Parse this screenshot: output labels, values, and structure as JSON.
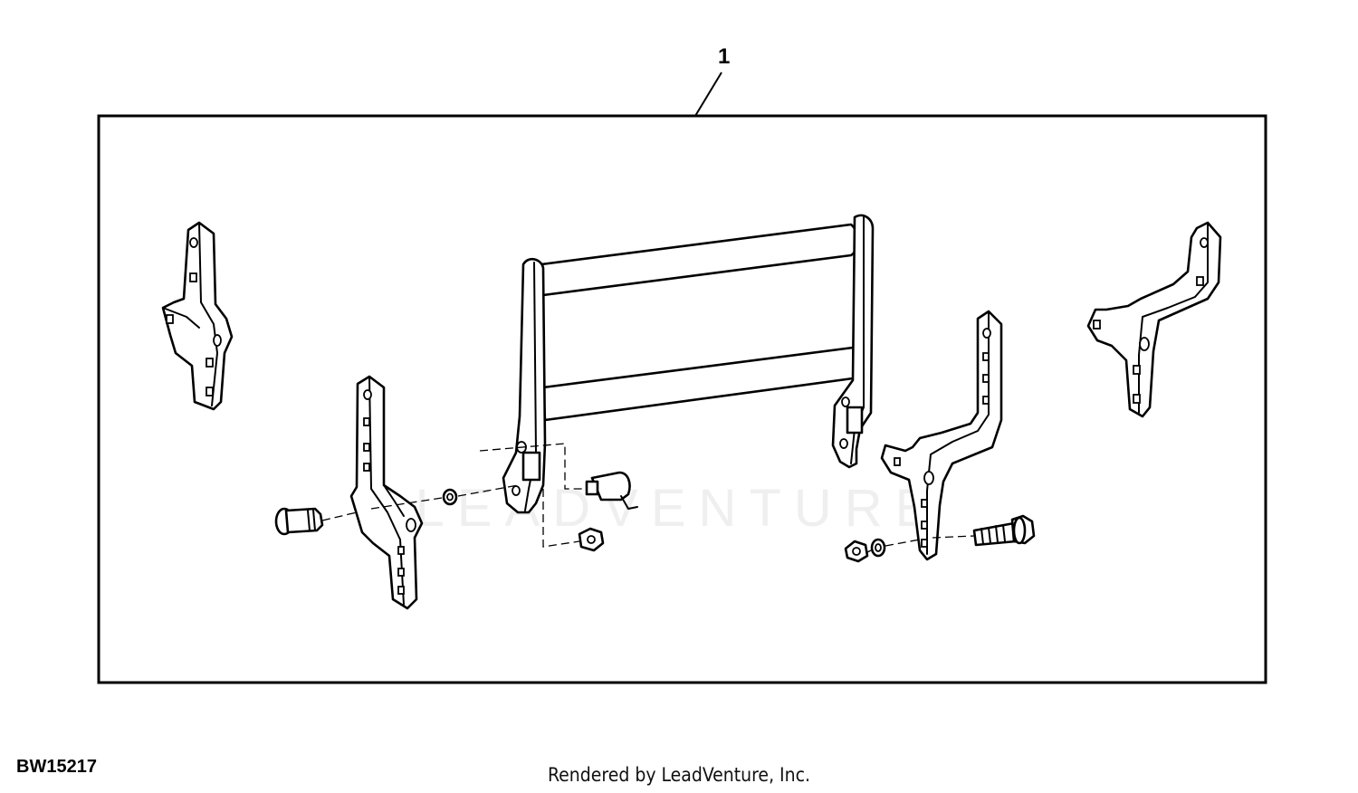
{
  "diagram": {
    "callout_number": "1",
    "figure_id": "BW15217",
    "credit": "Rendered by LeadVenture, Inc.",
    "watermark": "LEADVENTURE"
  }
}
